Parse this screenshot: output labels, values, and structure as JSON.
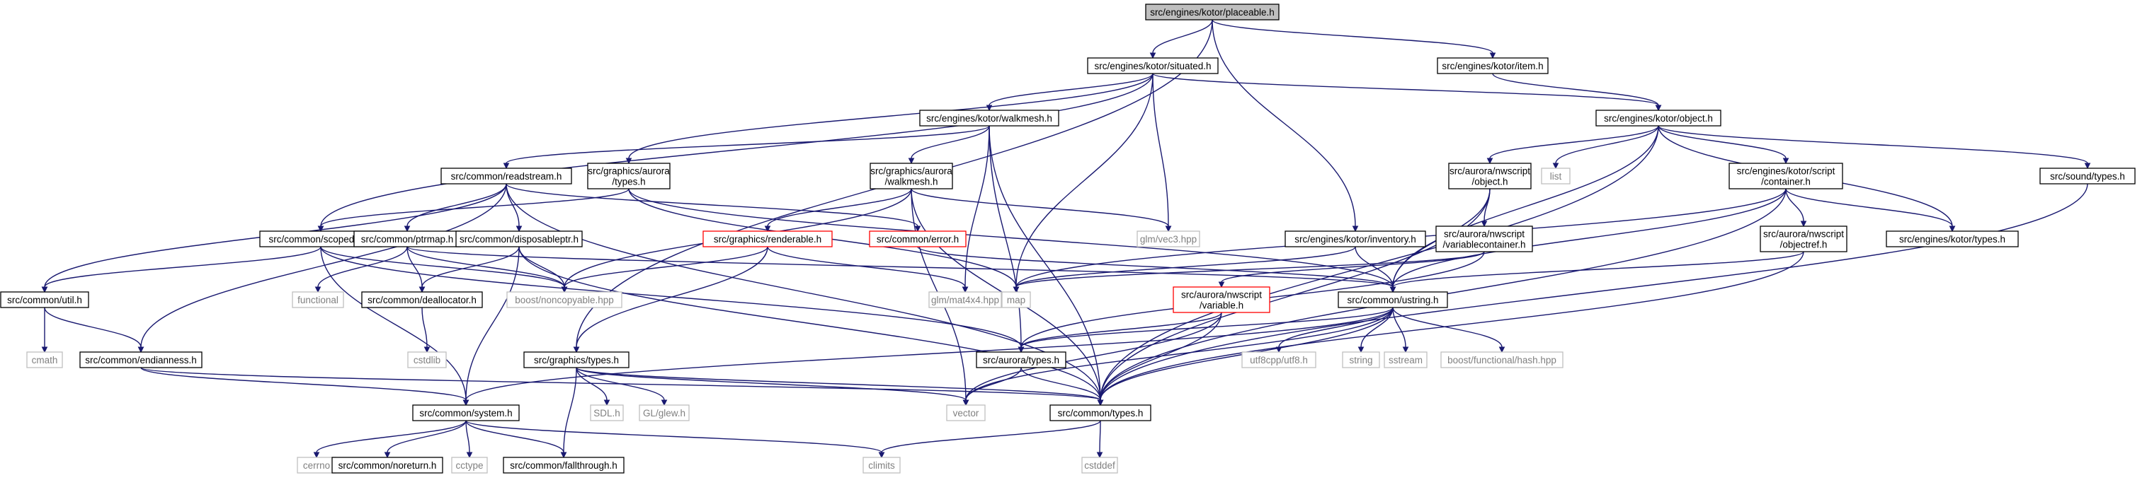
{
  "colors": {
    "edge": "#191970",
    "root_fill": "#bfbfbf",
    "documented": "#000000",
    "undocumented": "#bfbfbf",
    "error": "#ff0000",
    "text": "#000000",
    "muted_text": "#808080"
  },
  "nodes": [
    {
      "id": "placeable_h",
      "lines": [
        "src/engines/kotor/placeable.h"
      ],
      "style": "root"
    },
    {
      "id": "situated_h",
      "lines": [
        "src/engines/kotor/situated.h"
      ],
      "style": "normal"
    },
    {
      "id": "item_h",
      "lines": [
        "src/engines/kotor/item.h"
      ],
      "style": "normal"
    },
    {
      "id": "walkmesh_h",
      "lines": [
        "src/engines/kotor/walkmesh.h"
      ],
      "style": "normal"
    },
    {
      "id": "object_h",
      "lines": [
        "src/engines/kotor/object.h"
      ],
      "style": "normal"
    },
    {
      "id": "readstream_h",
      "lines": [
        "src/common/readstream.h"
      ],
      "style": "normal"
    },
    {
      "id": "ga_types_h",
      "lines": [
        "src/graphics/aurora",
        "/types.h"
      ],
      "style": "normal"
    },
    {
      "id": "ga_walkmesh_h",
      "lines": [
        "src/graphics/aurora",
        "/walkmesh.h"
      ],
      "style": "normal"
    },
    {
      "id": "an_object_h",
      "lines": [
        "src/aurora/nwscript",
        "/object.h"
      ],
      "style": "normal"
    },
    {
      "id": "list",
      "lines": [
        "list"
      ],
      "style": "plain"
    },
    {
      "id": "container_h",
      "lines": [
        "src/engines/kotor/script",
        "/container.h"
      ],
      "style": "normal"
    },
    {
      "id": "sound_types_h",
      "lines": [
        "src/sound/types.h"
      ],
      "style": "normal"
    },
    {
      "id": "scopedptr_h",
      "lines": [
        "src/common/scopedptr.h"
      ],
      "style": "normal"
    },
    {
      "id": "ptrmap_h",
      "lines": [
        "src/common/ptrmap.h"
      ],
      "style": "normal"
    },
    {
      "id": "disposableptr_h",
      "lines": [
        "src/common/disposableptr.h"
      ],
      "style": "normal"
    },
    {
      "id": "renderable_h",
      "lines": [
        "src/graphics/renderable.h"
      ],
      "style": "error"
    },
    {
      "id": "error_h",
      "lines": [
        "src/common/error.h"
      ],
      "style": "error"
    },
    {
      "id": "vec3",
      "lines": [
        "glm/vec3.hpp"
      ],
      "style": "plain"
    },
    {
      "id": "inventory_h",
      "lines": [
        "src/engines/kotor/inventory.h"
      ],
      "style": "normal"
    },
    {
      "id": "varcontainer_h",
      "lines": [
        "src/aurora/nwscript",
        "/variablecontainer.h"
      ],
      "style": "normal"
    },
    {
      "id": "objectref_h",
      "lines": [
        "src/aurora/nwscript",
        "/objectref.h"
      ],
      "style": "normal"
    },
    {
      "id": "kotor_types_h",
      "lines": [
        "src/engines/kotor/types.h"
      ],
      "style": "normal"
    },
    {
      "id": "util_h",
      "lines": [
        "src/common/util.h"
      ],
      "style": "normal"
    },
    {
      "id": "functional",
      "lines": [
        "functional"
      ],
      "style": "plain"
    },
    {
      "id": "deallocator_h",
      "lines": [
        "src/common/deallocator.h"
      ],
      "style": "normal"
    },
    {
      "id": "noncopyable",
      "lines": [
        "boost/noncopyable.hpp"
      ],
      "style": "plain"
    },
    {
      "id": "mat4x4",
      "lines": [
        "glm/mat4x4.hpp"
      ],
      "style": "plain"
    },
    {
      "id": "map",
      "lines": [
        "map"
      ],
      "style": "plain"
    },
    {
      "id": "variable_h",
      "lines": [
        "src/aurora/nwscript",
        "/variable.h"
      ],
      "style": "error"
    },
    {
      "id": "ustring_h",
      "lines": [
        "src/common/ustring.h"
      ],
      "style": "normal"
    },
    {
      "id": "cmath",
      "lines": [
        "cmath"
      ],
      "style": "plain"
    },
    {
      "id": "cstdlib",
      "lines": [
        "cstdlib"
      ],
      "style": "plain"
    },
    {
      "id": "endianness_h",
      "lines": [
        "src/common/endianness.h"
      ],
      "style": "normal"
    },
    {
      "id": "g_types_h",
      "lines": [
        "src/graphics/types.h"
      ],
      "style": "normal"
    },
    {
      "id": "aurora_types_h",
      "lines": [
        "src/aurora/types.h"
      ],
      "style": "normal"
    },
    {
      "id": "utf8",
      "lines": [
        "utf8cpp/utf8.h"
      ],
      "style": "plain"
    },
    {
      "id": "string",
      "lines": [
        "string"
      ],
      "style": "plain"
    },
    {
      "id": "sstream",
      "lines": [
        "sstream"
      ],
      "style": "plain"
    },
    {
      "id": "hash",
      "lines": [
        "boost/functional/hash.hpp"
      ],
      "style": "plain"
    },
    {
      "id": "system_h",
      "lines": [
        "src/common/system.h"
      ],
      "style": "normal"
    },
    {
      "id": "sdl",
      "lines": [
        "SDL.h"
      ],
      "style": "plain"
    },
    {
      "id": "glew",
      "lines": [
        "GL/glew.h"
      ],
      "style": "plain"
    },
    {
      "id": "vector",
      "lines": [
        "vector"
      ],
      "style": "plain"
    },
    {
      "id": "c_types_h",
      "lines": [
        "src/common/types.h"
      ],
      "style": "normal"
    },
    {
      "id": "cerrno",
      "lines": [
        "cerrno"
      ],
      "style": "plain"
    },
    {
      "id": "noreturn_h",
      "lines": [
        "src/common/noreturn.h"
      ],
      "style": "normal"
    },
    {
      "id": "cctype",
      "lines": [
        "cctype"
      ],
      "style": "plain"
    },
    {
      "id": "fallthrough_h",
      "lines": [
        "src/common/fallthrough.h"
      ],
      "style": "normal"
    },
    {
      "id": "climits",
      "lines": [
        "climits"
      ],
      "style": "plain"
    },
    {
      "id": "cstddef",
      "lines": [
        "cstddef"
      ],
      "style": "plain"
    }
  ],
  "edges": [
    [
      "placeable_h",
      "situated_h"
    ],
    [
      "placeable_h",
      "item_h"
    ],
    [
      "placeable_h",
      "inventory_h"
    ],
    [
      "placeable_h",
      "g_types_h"
    ],
    [
      "situated_h",
      "walkmesh_h"
    ],
    [
      "situated_h",
      "object_h"
    ],
    [
      "situated_h",
      "ga_types_h"
    ],
    [
      "situated_h",
      "scopedptr_h"
    ],
    [
      "situated_h",
      "vec3"
    ],
    [
      "situated_h",
      "map"
    ],
    [
      "item_h",
      "object_h"
    ],
    [
      "walkmesh_h",
      "readstream_h"
    ],
    [
      "walkmesh_h",
      "ga_walkmesh_h"
    ],
    [
      "walkmesh_h",
      "mat4x4"
    ],
    [
      "walkmesh_h",
      "aurora_types_h"
    ],
    [
      "walkmesh_h",
      "c_types_h"
    ],
    [
      "object_h",
      "an_object_h"
    ],
    [
      "object_h",
      "list"
    ],
    [
      "object_h",
      "container_h"
    ],
    [
      "object_h",
      "sound_types_h"
    ],
    [
      "object_h",
      "kotor_types_h"
    ],
    [
      "object_h",
      "ustring_h"
    ],
    [
      "object_h",
      "c_types_h"
    ],
    [
      "readstream_h",
      "util_h"
    ],
    [
      "readstream_h",
      "endianness_h"
    ],
    [
      "readstream_h",
      "ptrmap_h"
    ],
    [
      "readstream_h",
      "disposableptr_h"
    ],
    [
      "readstream_h",
      "error_h"
    ],
    [
      "readstream_h",
      "c_types_h"
    ],
    [
      "ga_types_h",
      "scopedptr_h"
    ],
    [
      "ga_types_h",
      "map"
    ],
    [
      "ga_types_h",
      "ustring_h"
    ],
    [
      "ga_walkmesh_h",
      "renderable_h"
    ],
    [
      "ga_walkmesh_h",
      "vec3"
    ],
    [
      "ga_walkmesh_h",
      "vector"
    ],
    [
      "ga_walkmesh_h",
      "c_types_h"
    ],
    [
      "ga_walkmesh_h",
      "noncopyable"
    ],
    [
      "an_object_h",
      "varcontainer_h"
    ],
    [
      "an_object_h",
      "ustring_h"
    ],
    [
      "an_object_h",
      "c_types_h"
    ],
    [
      "container_h",
      "objectref_h"
    ],
    [
      "container_h",
      "kotor_types_h"
    ],
    [
      "container_h",
      "ustring_h"
    ],
    [
      "container_h",
      "c_types_h"
    ],
    [
      "container_h",
      "map"
    ],
    [
      "sound_types_h",
      "c_types_h"
    ],
    [
      "scopedptr_h",
      "util_h"
    ],
    [
      "scopedptr_h",
      "noncopyable"
    ],
    [
      "scopedptr_h",
      "system_h"
    ],
    [
      "scopedptr_h",
      "aurora_types_h"
    ],
    [
      "ptrmap_h",
      "functional"
    ],
    [
      "ptrmap_h",
      "deallocator_h"
    ],
    [
      "ptrmap_h",
      "noncopyable"
    ],
    [
      "ptrmap_h",
      "ustring_h"
    ],
    [
      "disposableptr_h",
      "deallocator_h"
    ],
    [
      "disposableptr_h",
      "noncopyable"
    ],
    [
      "disposableptr_h",
      "system_h"
    ],
    [
      "disposableptr_h",
      "c_types_h"
    ],
    [
      "renderable_h",
      "noncopyable"
    ],
    [
      "renderable_h",
      "mat4x4"
    ],
    [
      "renderable_h",
      "g_types_h"
    ],
    [
      "error_h",
      "ustring_h"
    ],
    [
      "inventory_h",
      "ustring_h"
    ],
    [
      "inventory_h",
      "map"
    ],
    [
      "varcontainer_h",
      "variable_h"
    ],
    [
      "varcontainer_h",
      "map"
    ],
    [
      "varcontainer_h",
      "aurora_types_h"
    ],
    [
      "objectref_h",
      "ustring_h"
    ],
    [
      "objectref_h",
      "c_types_h"
    ],
    [
      "util_h",
      "cmath"
    ],
    [
      "util_h",
      "endianness_h"
    ],
    [
      "deallocator_h",
      "cstdlib"
    ],
    [
      "variable_h",
      "aurora_types_h"
    ],
    [
      "variable_h",
      "vector"
    ],
    [
      "variable_h",
      "c_types_h"
    ],
    [
      "ustring_h",
      "aurora_types_h"
    ],
    [
      "ustring_h",
      "utf8"
    ],
    [
      "ustring_h",
      "string"
    ],
    [
      "ustring_h",
      "sstream"
    ],
    [
      "ustring_h",
      "hash"
    ],
    [
      "ustring_h",
      "vector"
    ],
    [
      "ustring_h",
      "c_types_h"
    ],
    [
      "ustring_h",
      "system_h"
    ],
    [
      "endianness_h",
      "system_h"
    ],
    [
      "endianness_h",
      "c_types_h"
    ],
    [
      "g_types_h",
      "sdl"
    ],
    [
      "g_types_h",
      "glew"
    ],
    [
      "g_types_h",
      "vector"
    ],
    [
      "g_types_h",
      "c_types_h"
    ],
    [
      "g_types_h",
      "fallthrough_h"
    ],
    [
      "aurora_types_h",
      "vector"
    ],
    [
      "aurora_types_h",
      "c_types_h"
    ],
    [
      "system_h",
      "cerrno"
    ],
    [
      "system_h",
      "noreturn_h"
    ],
    [
      "system_h",
      "cctype"
    ],
    [
      "system_h",
      "fallthrough_h"
    ],
    [
      "system_h",
      "climits"
    ],
    [
      "c_types_h",
      "climits"
    ],
    [
      "c_types_h",
      "cstddef"
    ]
  ]
}
